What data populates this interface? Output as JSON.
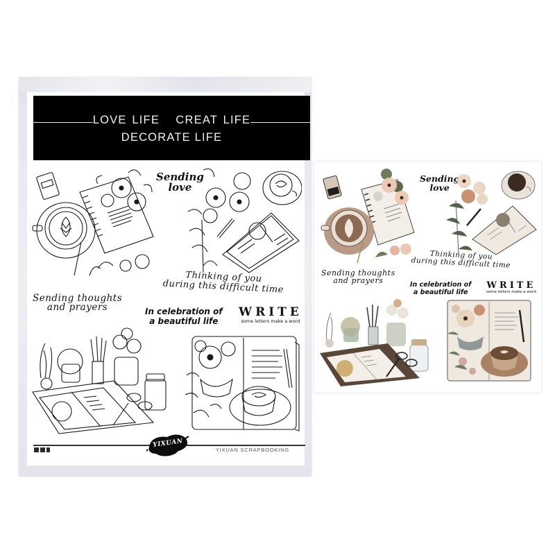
{
  "package": {
    "banner": {
      "line1": "LOVE LIFE   CREAT LIFE",
      "line2": "DECORATE LIFE"
    },
    "phrases": {
      "sending_love": [
        "Sending",
        "love"
      ],
      "thinking_of_you": [
        "Thinking of you",
        "during this difficult time"
      ],
      "sending_thoughts": [
        "Sending thoughts",
        "and prayers"
      ],
      "celebration": [
        "In celebration of",
        "a beautiful life"
      ],
      "write_title": "WRITE",
      "write_sub": "some letters make a word"
    },
    "illustrations": [
      "coffee-and-notebook-with-flowers",
      "flowers-pen-and-open-journal-with-coffee",
      "desk-with-plants-jars-and-open-book",
      "open-book-with-flower-pot-and-coffee"
    ],
    "footer": {
      "squares": 3,
      "logo": "YIXUAN",
      "brand": "YIXUAN SCRAPBOOKING"
    }
  },
  "sticker_sheet": {
    "phrases": {
      "sending_love": [
        "Sending",
        "love"
      ],
      "thinking_of_you": [
        "Thinking of you",
        "during this difficult time"
      ],
      "sending_thoughts": [
        "Sending thoughts",
        "and prayers"
      ],
      "celebration": [
        "In celebration of",
        "a beautiful life"
      ],
      "write_title": "WRITE",
      "write_sub": "some letters make a word"
    }
  },
  "colors": {
    "banner_bg": "#000000",
    "banner_text": "#f2f2f2",
    "ink": "#111111",
    "package_sleeve": "#e6e7ee",
    "sticker_coffee": "#8a6a52",
    "sticker_petal": "#ecc9b4",
    "sticker_leaf": "#6f7a5e",
    "sticker_book": "#5a4638",
    "sticker_paper": "#f3efe8"
  }
}
